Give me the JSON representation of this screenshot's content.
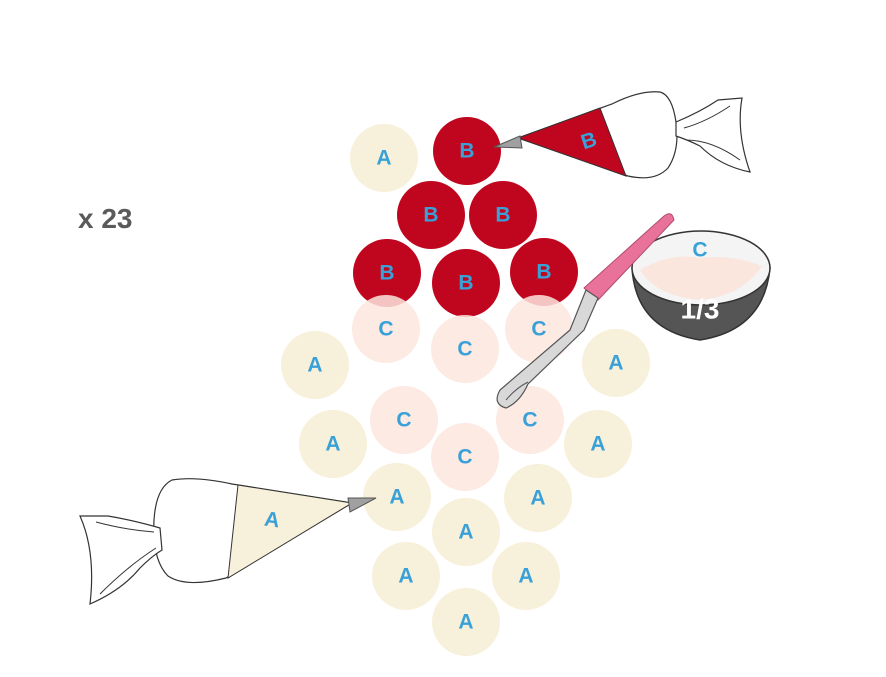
{
  "multiplier": "x 23",
  "fraction": "1/3",
  "circles": [
    {
      "kind": "A",
      "label": "A"
    },
    {
      "kind": "B",
      "label": "B"
    },
    {
      "kind": "B",
      "label": "B"
    },
    {
      "kind": "B",
      "label": "B"
    },
    {
      "kind": "B",
      "label": "B"
    },
    {
      "kind": "B",
      "label": "B"
    },
    {
      "kind": "B",
      "label": "B"
    },
    {
      "kind": "C",
      "label": "C"
    },
    {
      "kind": "C",
      "label": "C"
    },
    {
      "kind": "C",
      "label": "C"
    },
    {
      "kind": "C",
      "label": "C"
    },
    {
      "kind": "C",
      "label": "C"
    },
    {
      "kind": "C",
      "label": "C"
    },
    {
      "kind": "A",
      "label": "A"
    },
    {
      "kind": "A",
      "label": "A"
    },
    {
      "kind": "A",
      "label": "A"
    },
    {
      "kind": "A",
      "label": "A"
    },
    {
      "kind": "A",
      "label": "A"
    },
    {
      "kind": "A",
      "label": "A"
    },
    {
      "kind": "A",
      "label": "A"
    },
    {
      "kind": "A",
      "label": "A"
    },
    {
      "kind": "A",
      "label": "A"
    },
    {
      "kind": "A",
      "label": "A"
    }
  ],
  "piping_bag_top": {
    "label": "B"
  },
  "piping_bag_bottom": {
    "label": "A"
  },
  "bowl": {
    "label": "C"
  },
  "colors": {
    "A_fill": "#f7f0da",
    "B_fill": "#c0061f",
    "C_fill": "#fbe6de",
    "label_blue": "#3aa1d8",
    "bowl_dark": "#555555",
    "spatula_pink": "#e8729a",
    "multiplier_text": "#5a5a5a"
  }
}
